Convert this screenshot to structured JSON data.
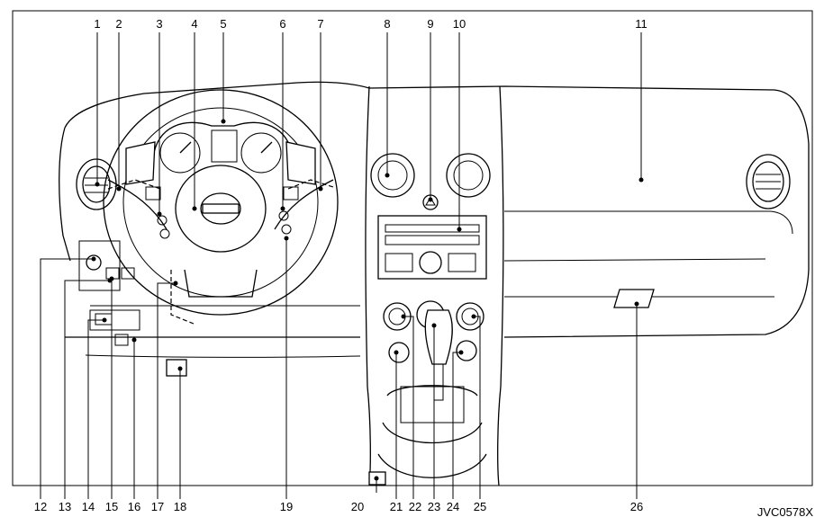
{
  "diagram": {
    "callouts": [
      "1",
      "2",
      "3",
      "4",
      "5",
      "6",
      "7",
      "8",
      "9",
      "10",
      "11",
      "12",
      "13",
      "14",
      "15",
      "16",
      "17",
      "18",
      "19",
      "20",
      "21",
      "22",
      "23",
      "24",
      "25",
      "26"
    ],
    "code": "JVC0578X"
  }
}
